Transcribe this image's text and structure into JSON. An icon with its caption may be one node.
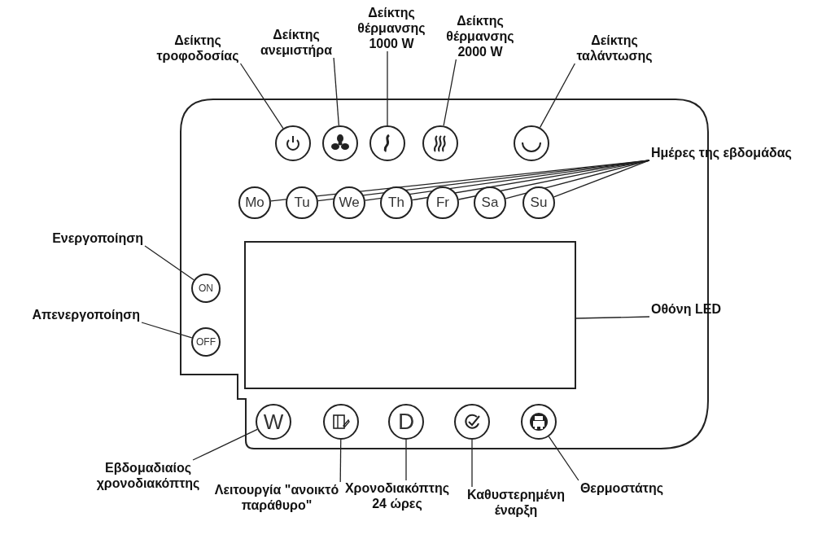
{
  "diagram": {
    "nodes": [
      {
        "text": [
          "Δείκτης τροφοδοσίας"
        ]
      },
      {
        "text": [
          "Δείκτης ανεμιστήρα"
        ]
      },
      {
        "text": [
          "Δείκτης θέρμανσης 1000 W"
        ]
      },
      {
        "text": [
          "Δείκτης θέρμανσης 2000 W"
        ]
      },
      {
        "text": [
          "Δείκτης ταλάντωσης"
        ]
      },
      {
        "text": [],
        "shape": "circle"
      },
      {
        "text": [],
        "shape": "circle"
      },
      {
        "text": [],
        "shape": "circle"
      },
      {
        "text": [],
        "shape": "circle"
      },
      {
        "text": [],
        "shape": "circle"
      },
      {
        "text": [
          "Ημέρες της εβδομάδας"
        ]
      },
      {
        "text": [
          "Mo"
        ]
      },
      {
        "text": [
          "Tu"
        ]
      },
      {
        "text": [
          "We"
        ]
      },
      {
        "text": [
          "Th"
        ]
      },
      {
        "text": [
          "Fr"
        ]
      },
      {
        "text": [
          "Sa"
        ]
      },
      {
        "text": [
          "Su"
        ]
      },
      {
        "text": [
          "Ενεργοποίηση"
        ]
      },
      {
        "text": [
          "ON"
        ]
      },
      {
        "text": [
          "Απενεργοποίηση"
        ]
      },
      {
        "text": [
          "OFF"
        ]
      },
      {
        "text": [],
        "shape": "box"
      },
      {
        "text": [
          "Οθόνη LED"
        ]
      },
      {
        "text": [
          "W"
        ]
      },
      {
        "text": [],
        "shape": "circle"
      },
      {
        "text": [
          "D"
        ]
      },
      {
        "text": [],
        "shape": "circle"
      },
      {
        "text": [],
        "shape": "circle"
      },
      {
        "text": [
          "Εβδομαδιαίος χρονοδιακόπτης"
        ]
      },
      {
        "text": [
          "Λειτουργία \"ανοικτό παράθυρο\""
        ]
      },
      {
        "text": [
          "Χρονοδιακόπτης 24 ώρες"
        ]
      },
      {
        "text": [
          "Καθυστερημένη έναρξη"
        ]
      },
      {
        "text": [
          "Θερμοστάτης"
        ]
      }
    ],
    "edges": [
      {
        "from": 0,
        "to": 5,
        "arrow": "none"
      },
      {
        "from": 1,
        "to": 6,
        "arrow": "none"
      },
      {
        "from": 2,
        "to": 7,
        "arrow": "none"
      },
      {
        "from": 3,
        "to": 8,
        "arrow": "none"
      },
      {
        "from": 4,
        "to": 9,
        "arrow": "none"
      },
      {
        "from": 10,
        "to": 11,
        "arrow": "none"
      },
      {
        "from": 10,
        "to": 12,
        "arrow": "none"
      },
      {
        "from": 10,
        "to": 13,
        "arrow": "none"
      },
      {
        "from": 10,
        "to": 14,
        "arrow": "none"
      },
      {
        "from": 10,
        "to": 15,
        "arrow": "none"
      },
      {
        "from": 10,
        "to": 16,
        "arrow": "none"
      },
      {
        "from": 10,
        "to": 17,
        "arrow": "none"
      },
      {
        "from": 18,
        "to": 19,
        "arrow": "none"
      },
      {
        "from": 20,
        "to": 21,
        "arrow": "none"
      },
      {
        "from": 23,
        "to": 22,
        "arrow": "none"
      },
      {
        "from": 29,
        "to": 24,
        "arrow": "none"
      },
      {
        "from": 30,
        "to": 25,
        "arrow": "none"
      },
      {
        "from": 31,
        "to": 26,
        "arrow": "none"
      },
      {
        "from": 32,
        "to": 27,
        "arrow": "none"
      },
      {
        "from": 33,
        "to": 28,
        "arrow": "none"
      }
    ]
  }
}
